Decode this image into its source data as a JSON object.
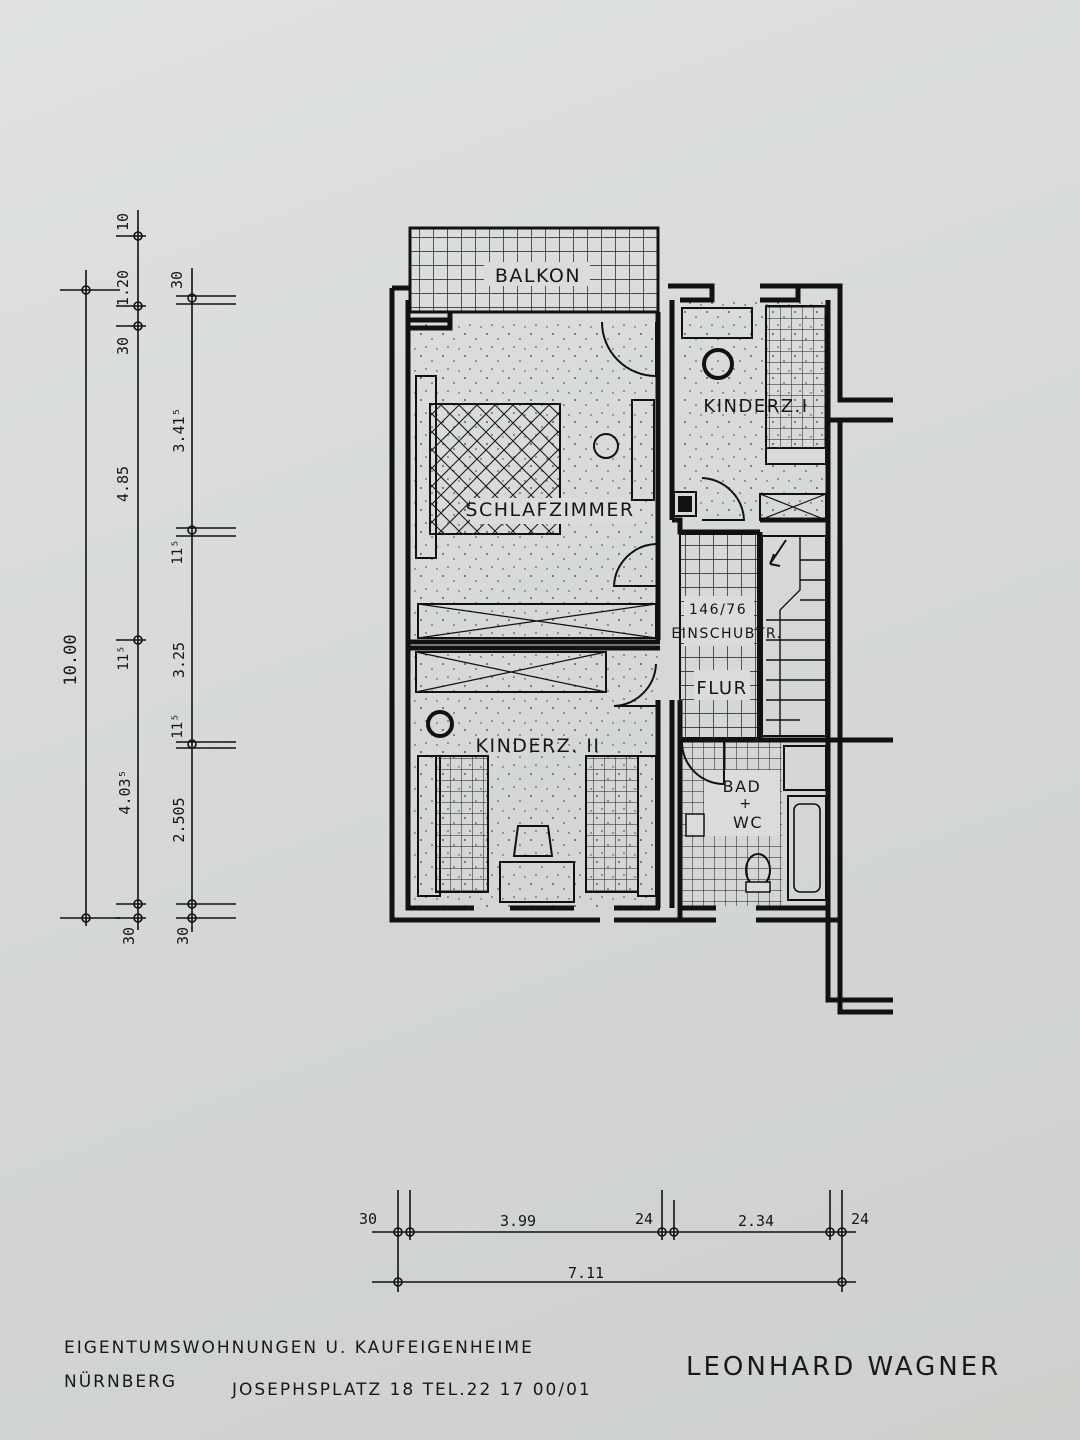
{
  "rooms": {
    "balkon": "BALKON",
    "schlafzimmer": "SCHLAFZIMMER",
    "kinderz_1": "KINDERZ.I",
    "kinderz_2": "KINDERZ. II",
    "flur": "FLUR",
    "stair_size": "146/76",
    "stair_type": "EINSCHUBTR.",
    "bad_1": "BAD",
    "bad_2": "+",
    "bad_3": "WC"
  },
  "dims_left_outer": {
    "total": "10.00",
    "a": "1.20",
    "b": "4.85",
    "c": "3.25",
    "d": "4.03⁵",
    "e": "10",
    "f": "30",
    "g": "11⁵",
    "h": "30"
  },
  "dims_left_inner": {
    "a": "30",
    "b": "3.41⁵",
    "c": "11⁵",
    "d": "11⁵",
    "e": "2.505",
    "f": "30"
  },
  "dims_bottom": {
    "a": "30",
    "b": "3.99",
    "c": "24",
    "d": "2.34",
    "e": "24",
    "total": "7.11"
  },
  "footer": {
    "line1": "EIGENTUMSWOHNUNGEN U. KAUFEIGENHEIME",
    "line2a": "NÜRNBERG",
    "line2b": "JOSEPHSPLATZ 18  TEL.22 17 00/01",
    "brand": "LEONHARD WAGNER"
  },
  "colors": {
    "ink": "#161616",
    "paper": "#d9dcd9"
  }
}
